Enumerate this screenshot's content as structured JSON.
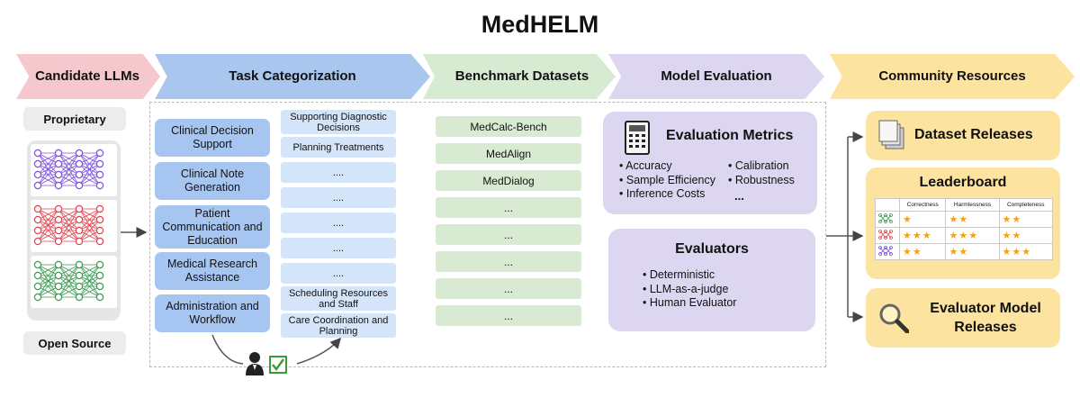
{
  "title": "MedHELM",
  "stages": [
    "Candidate LLMs",
    "Task Categorization",
    "Benchmark Datasets",
    "Model Evaluation",
    "Community Resources"
  ],
  "llm": {
    "proprietary": "Proprietary",
    "open_source": "Open Source",
    "network_colors": [
      "#7b4fd9",
      "#e0444f",
      "#3b9a52"
    ]
  },
  "tasks": [
    "Clinical Decision Support",
    "Clinical Note Generation",
    "Patient Communication and Education",
    "Medical Research Assistance",
    "Administration and Workflow"
  ],
  "subtasks": [
    "Supporting Diagnostic Decisions",
    "Planning Treatments",
    "....",
    "....",
    "....",
    "....",
    "....",
    "Scheduling Resources and Staff",
    "Care Coordination and Planning"
  ],
  "benchmarks": [
    "MedCalc-Bench",
    "MedAlign",
    "MedDialog",
    "...",
    "...",
    "...",
    "...",
    "..."
  ],
  "evaluation": {
    "metrics_title": "Evaluation Metrics",
    "metrics_col1": [
      "Accuracy",
      "Sample Efficiency",
      "Inference Costs"
    ],
    "metrics_col2": [
      "Calibration",
      "Robustness"
    ],
    "metrics_more": "...",
    "evaluators_title": "Evaluators",
    "evaluators": [
      "Deterministic",
      "LLM-as-a-judge",
      "Human Evaluator"
    ],
    "icons": [
      "calculator-icon"
    ]
  },
  "community": {
    "dataset_releases": "Dataset Releases",
    "leaderboard_title": "Leaderboard",
    "leaderboard_columns": [
      "Correctness",
      "Harmlessness",
      "Completeness"
    ],
    "leaderboard_rows": [
      {
        "stars": [
          1,
          2,
          2
        ],
        "color": "#3b9a52"
      },
      {
        "stars": [
          3,
          3,
          2
        ],
        "color": "#e0444f"
      },
      {
        "stars": [
          2,
          2,
          3
        ],
        "color": "#7b4fd9"
      }
    ],
    "evaluator_releases": "Evaluator Model Releases",
    "icons": [
      "document-stack-icon",
      "magnifier-icon",
      "clinician-icon",
      "checkmark-icon"
    ]
  }
}
